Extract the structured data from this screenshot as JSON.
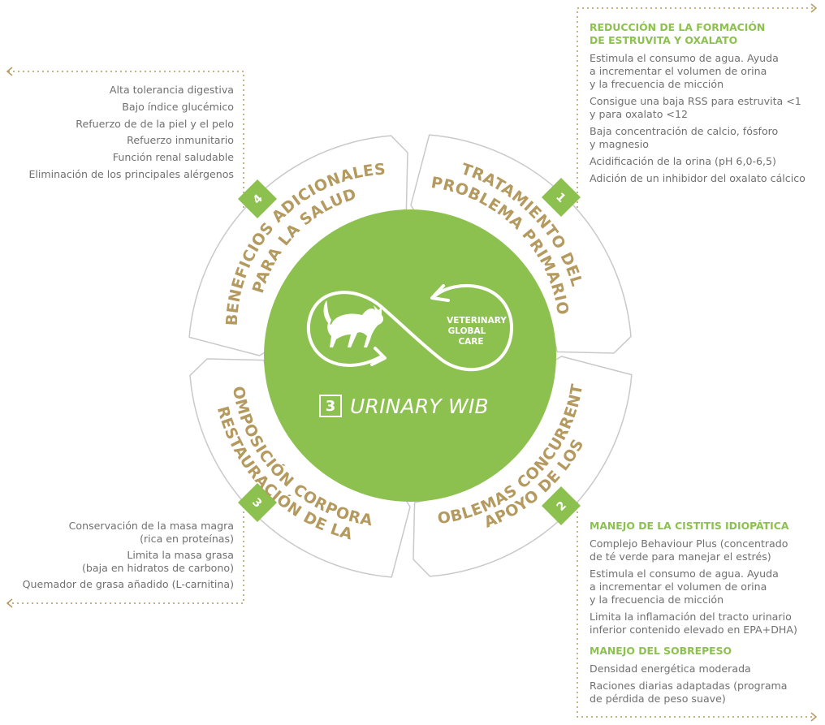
{
  "center": {
    "logo_line1": "VETERINARY",
    "logo_line2": "GLOBAL",
    "logo_line3": "CARE",
    "brand_number": "3",
    "brand_name": "URINARY WIB"
  },
  "segments": [
    {
      "number": "1",
      "title_line1": "TRATAMIENTO DEL",
      "title_line2": "PROBLEMA PRIMARIO"
    },
    {
      "number": "2",
      "title_line1": "APOYO DE LOS",
      "title_line2": "PROBLEMAS CONCURRENTES"
    },
    {
      "number": "3",
      "title_line1": "RESTAURACIÓN DE LA",
      "title_line2": "COMPOSICIÓN CORPORAL"
    },
    {
      "number": "4",
      "title_line1": "BENEFICIOS ADICIONALES",
      "title_line2": "PARA LA SALUD"
    }
  ],
  "panels": {
    "top_left": {
      "items": [
        "Alta tolerancia digestiva",
        "Bajo índice glucémico",
        "Refuerzo de de la piel y el pelo",
        "Refuerzo inmunitario",
        "Función renal saludable",
        "Eliminación de los principales alérgenos"
      ]
    },
    "top_right": {
      "heading": "REDUCCIÓN DE LA FORMACIÓN\nDE ESTRUVITA Y OXALATO",
      "items": [
        "Estimula el consumo de agua. Ayuda\na incrementar el volumen de orina\ny la frecuencia de micción",
        "Consigue una baja RSS para estruvita <1\ny para oxalato <12",
        "Baja concentración de calcio, fósforo\ny magnesio",
        "Acidificación de la orina (pH 6,0-6,5)",
        "Adición de un inhibidor del oxalato cálcico"
      ]
    },
    "bottom_left": {
      "items": [
        "Conservación de la masa magra\n(rica en proteínas)",
        "Limita la masa grasa\n(baja en hidratos de carbono)",
        "Quemador de grasa añadido (L-carnitina)"
      ]
    },
    "bottom_right": {
      "heading1": "MANEJO DE LA CISTITIS IDIOPÁTICA",
      "items1": [
        "Complejo Behaviour Plus (concentrado\nde té verde para manejar el estrés)",
        "Estimula el consumo de agua. Ayuda\na incrementar el volumen de orina\ny la frecuencia de micción",
        "Limita la inflamación del tracto urinario\ninferior contenido elevado en EPA+DHA)"
      ],
      "heading2": "MANEJO DEL SOBREPESO",
      "items2": [
        "Densidad energética moderada",
        "Raciones diarias adaptadas (programa\nde pérdida de peso suave)"
      ]
    }
  },
  "colors": {
    "green": "#8dc14f",
    "gold": "#b59a5f",
    "grey_text": "#707070",
    "ring_outline": "#c9c9c9"
  }
}
